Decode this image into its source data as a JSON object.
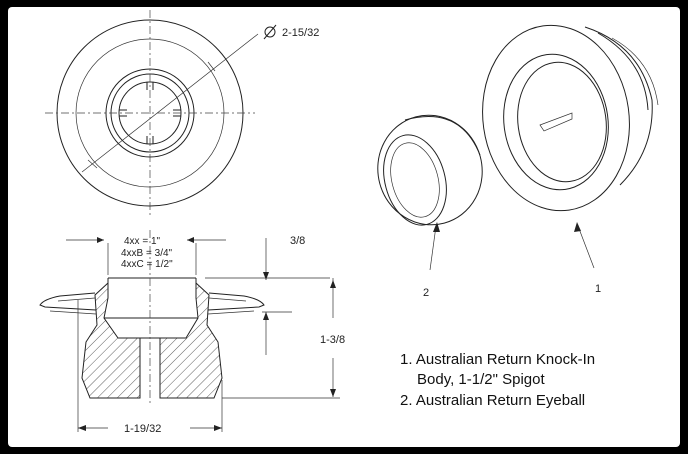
{
  "labels": {
    "diameter": "2-15/32",
    "note_line1": "4xx  = 1\"",
    "note_line2": "4xxB = 3/4\"",
    "note_line3": "4xxC = 1/2\"",
    "dim_top": "3/8",
    "dim_height": "1-3/8",
    "dim_width": "1-19/32",
    "callout_eyeball": "2",
    "callout_body": "1"
  },
  "legend": [
    "1. Australian Return Knock-In",
    "Body, 1-1/2\" Spigot",
    "2. Australian Return Eyeball"
  ]
}
